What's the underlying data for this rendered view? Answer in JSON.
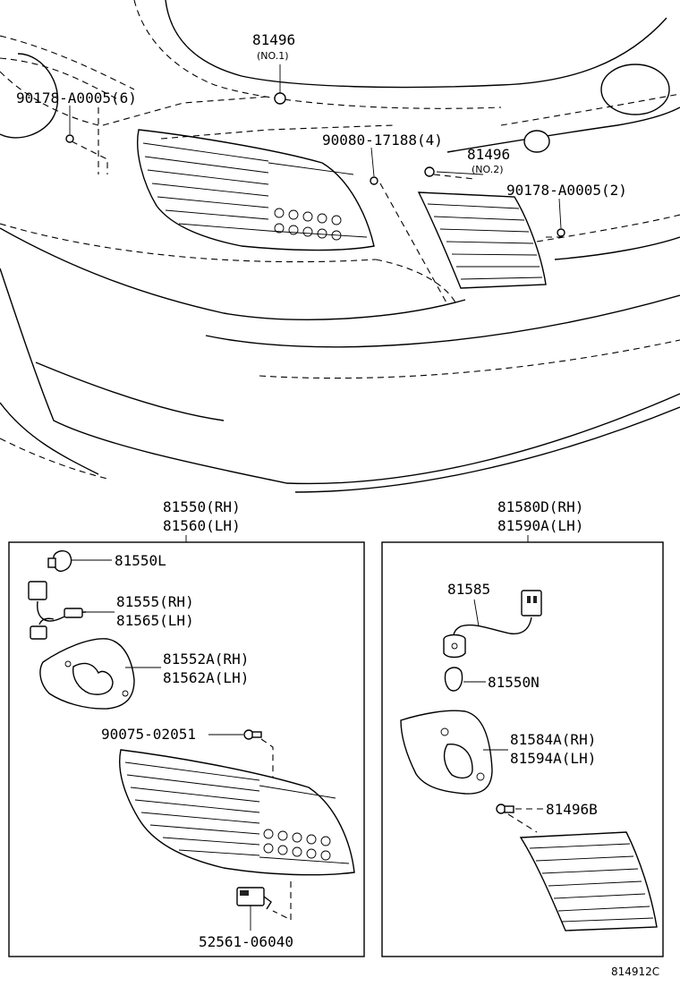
{
  "labels": {
    "top_81496": "81496",
    "top_81496_sub": "(NO.1)",
    "clip_left": "90178-A0005(6)",
    "screw_mid": "90080-17188(4)",
    "right_81496": "81496",
    "right_81496_sub": "(NO.2)",
    "clip_right": "90178-A0005(2)",
    "left_assy_rh": "81550(RH)",
    "left_assy_lh": "81560(LH)",
    "bulb_left": "81550L",
    "socket_rh": "81555(RH)",
    "socket_lh": "81565(LH)",
    "gasket_rh": "81552A(RH)",
    "gasket_lh": "81562A(LH)",
    "screw_left": "90075-02051",
    "connector_bottom": "52561-06040",
    "right_assy_rh": "81580D(RH)",
    "right_assy_lh": "81590A(LH)",
    "socket_right": "81585",
    "bulb_right": "81550N",
    "gasket_right_rh": "81584A(RH)",
    "gasket_right_lh": "81594A(LH)",
    "nut_right": "81496B",
    "illustration_code": "814912C"
  }
}
